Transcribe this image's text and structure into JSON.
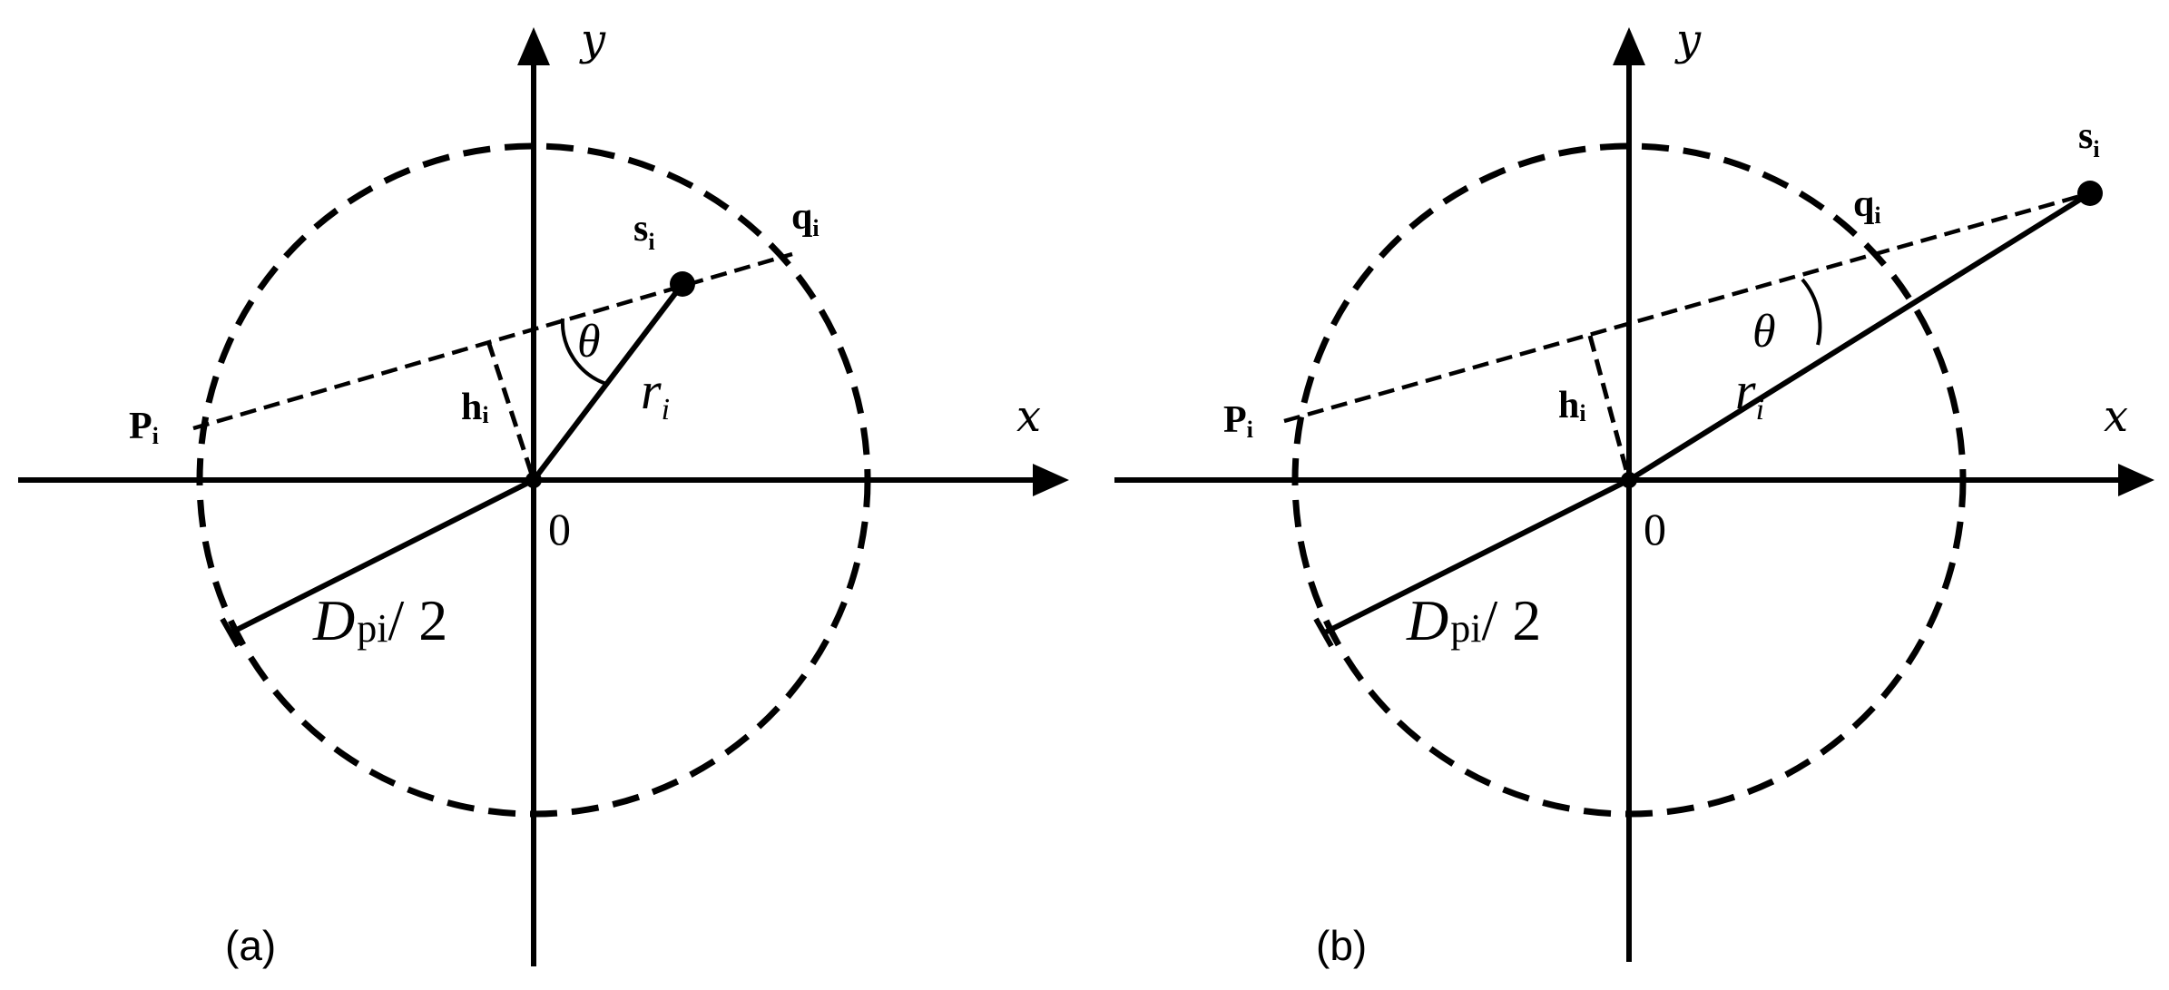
{
  "panels": [
    {
      "label": "(a)",
      "axis_x": "x",
      "axis_y": "y",
      "origin": "0",
      "point_s": "s",
      "point_s_sub": "i",
      "point_q": "q",
      "point_q_sub": "i",
      "point_p": "P",
      "point_p_sub": "i",
      "point_h": "h",
      "point_h_sub": "i",
      "angle": "θ",
      "radius_var": "r",
      "radius_sub": "i",
      "diameter_var": "D",
      "diameter_sub": "pi",
      "diameter_div": "/ 2"
    },
    {
      "label": "(b)",
      "axis_x": "x",
      "axis_y": "y",
      "origin": "0",
      "point_s": "s",
      "point_s_sub": "i",
      "point_q": "q",
      "point_q_sub": "i",
      "point_p": "P",
      "point_p_sub": "i",
      "point_h": "h",
      "point_h_sub": "i",
      "angle": "θ",
      "radius_var": "r",
      "radius_sub": "i",
      "diameter_var": "D",
      "diameter_sub": "pi",
      "diameter_div": "/ 2"
    }
  ]
}
